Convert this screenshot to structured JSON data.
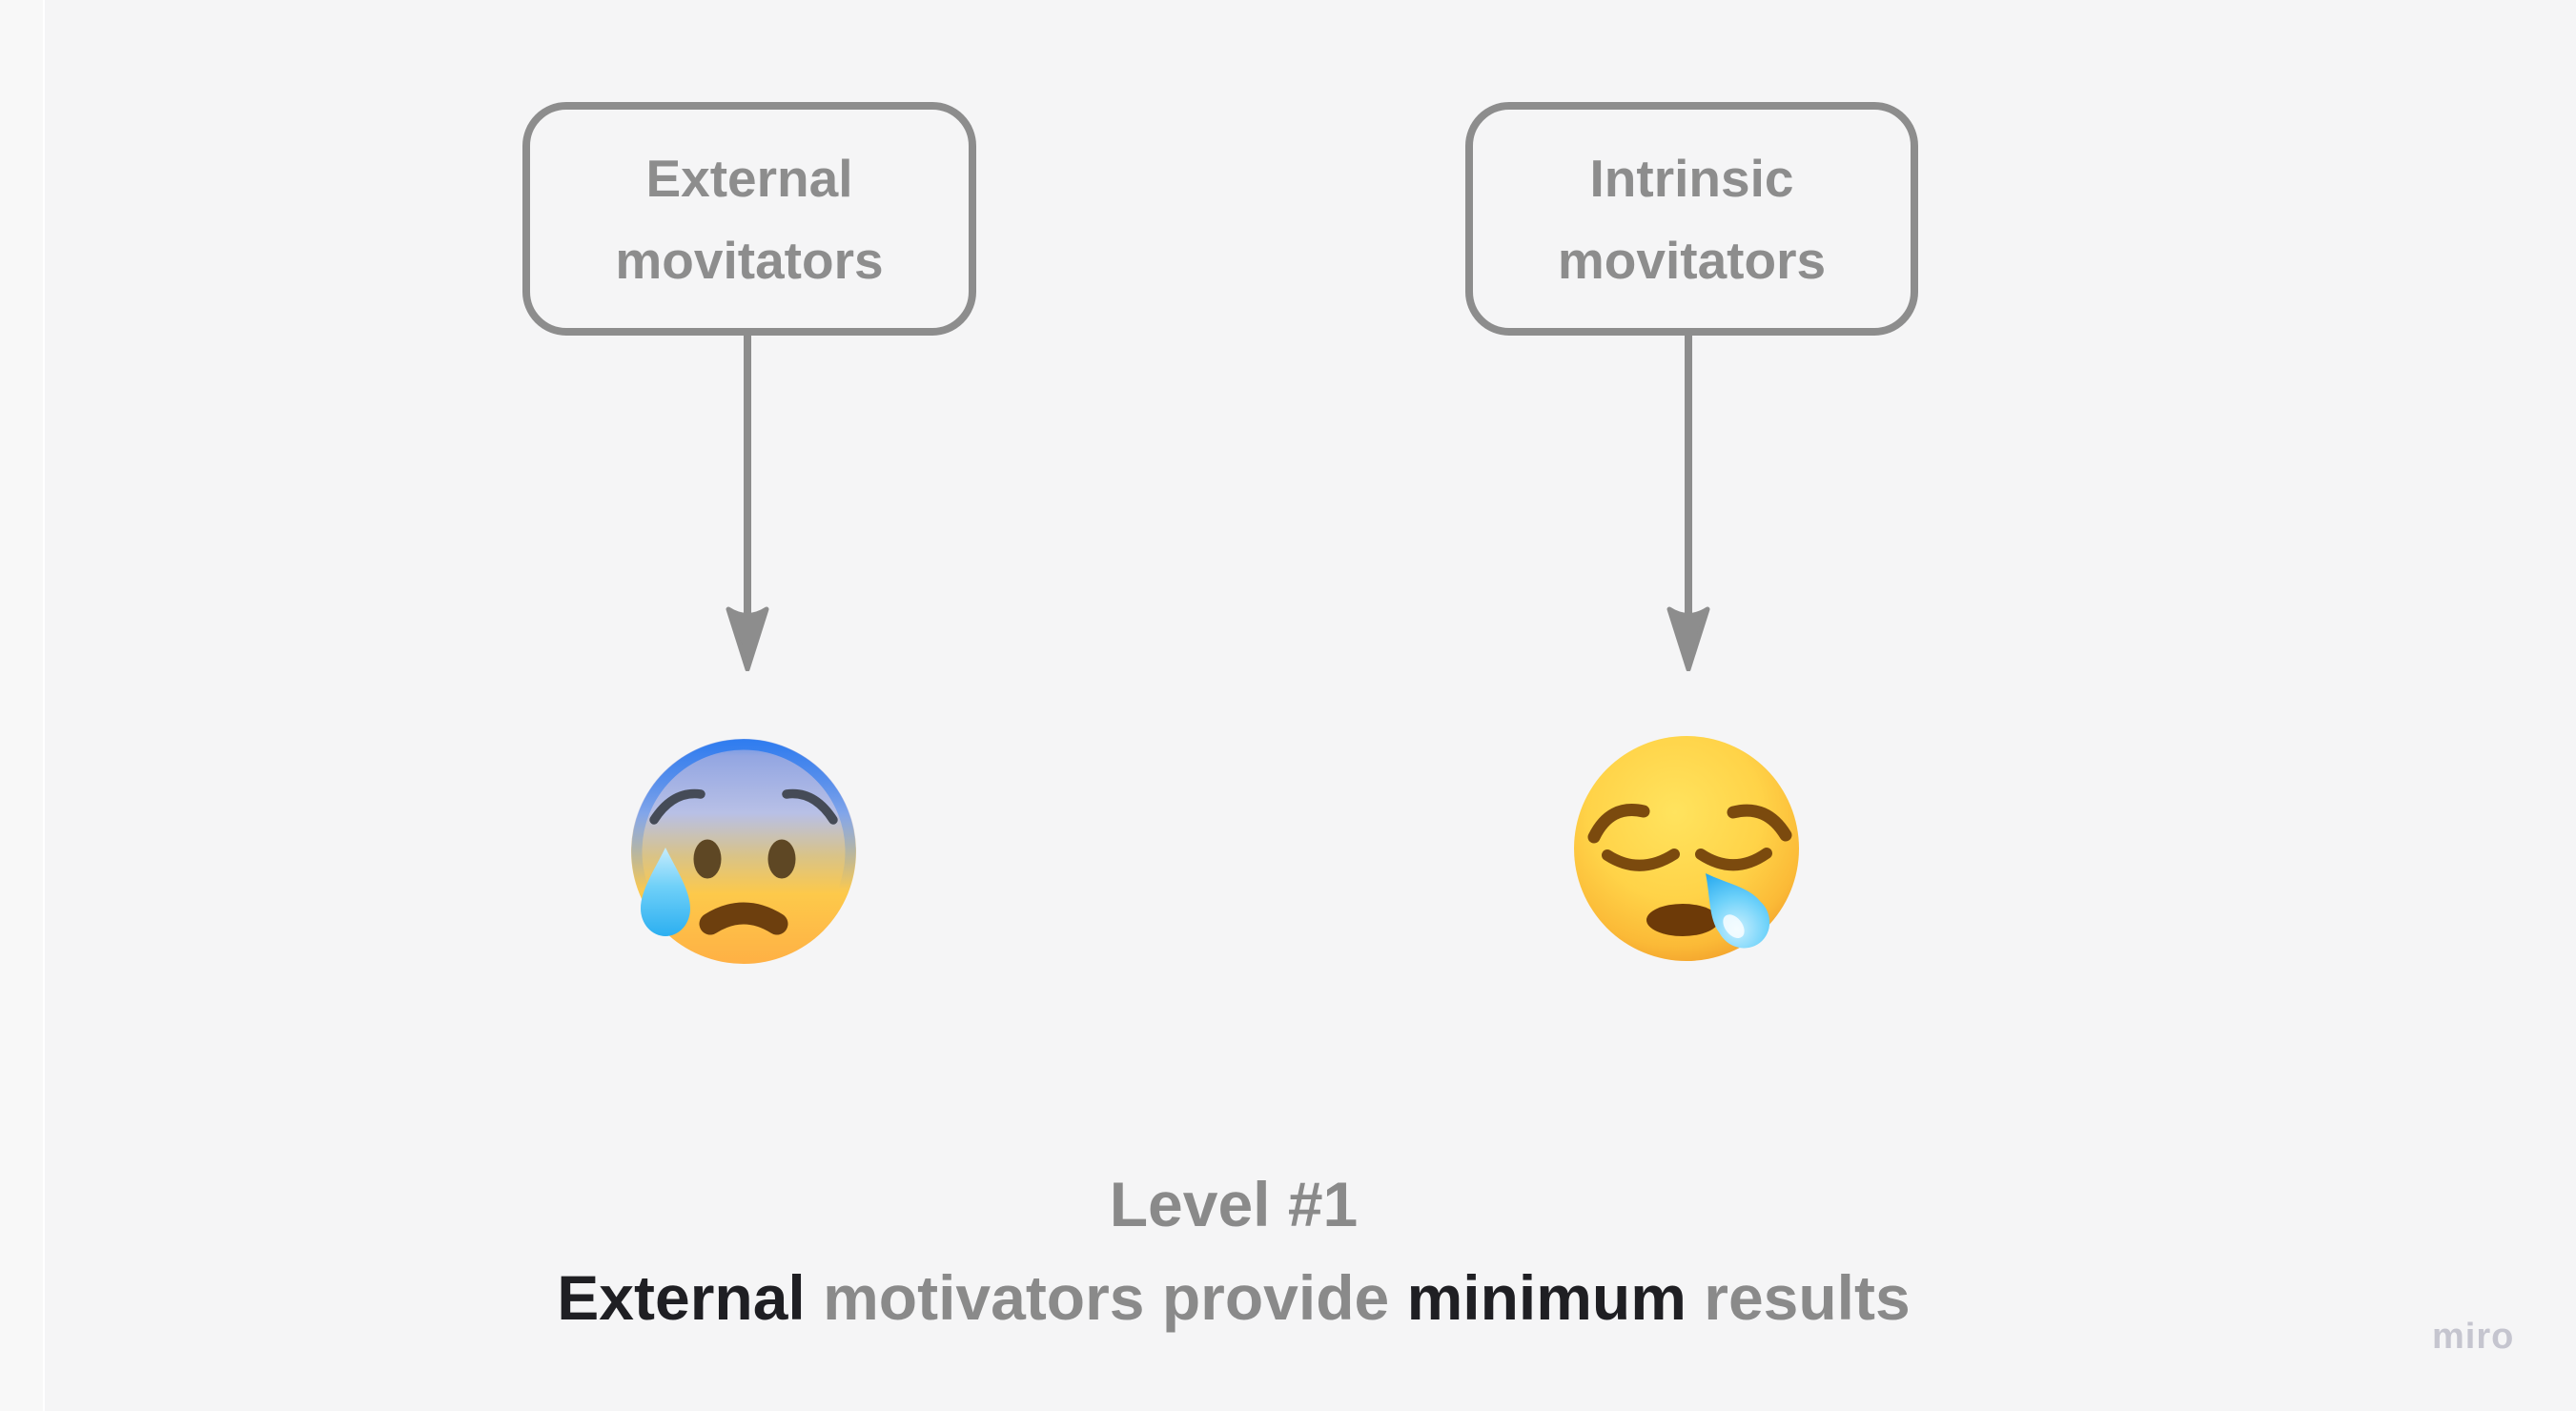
{
  "board": {
    "background": "#f5f5f6",
    "watermark": "miro",
    "watermark_color": "#c5c5cf"
  },
  "nodes": [
    {
      "line1": "External",
      "line2": "movitators"
    },
    {
      "line1": "Intrinsic",
      "line2": "movitators"
    }
  ],
  "connectors": [
    {
      "from": "External movitators",
      "to": "anxious-face-with-cold-sweat",
      "direction": "down"
    },
    {
      "from": "Intrinsic movitators",
      "to": "sleepy-face",
      "direction": "down"
    }
  ],
  "emojis": [
    {
      "name": "anxious-face-with-cold-sweat",
      "unicode": "😰"
    },
    {
      "name": "sleepy-face",
      "unicode": "😪"
    }
  ],
  "caption": {
    "line1": "Level #1",
    "segments": [
      {
        "text": "External",
        "dark": true
      },
      {
        "text": " motivators provide ",
        "dark": false
      },
      {
        "text": "minimum",
        "dark": true
      },
      {
        "text": " results",
        "dark": false
      }
    ]
  },
  "colors": {
    "shape_outline": "#8d8d8d",
    "shape_text": "#8d8d8d",
    "arrow": "#8d8d8d",
    "caption_gray": "#8a8a8a",
    "caption_dark": "#1f1f23",
    "emoji_blue_rim": "#2c7bf0",
    "emoji_tear_blue": "#28adf0",
    "emoji_yellow": "#ffd348"
  }
}
